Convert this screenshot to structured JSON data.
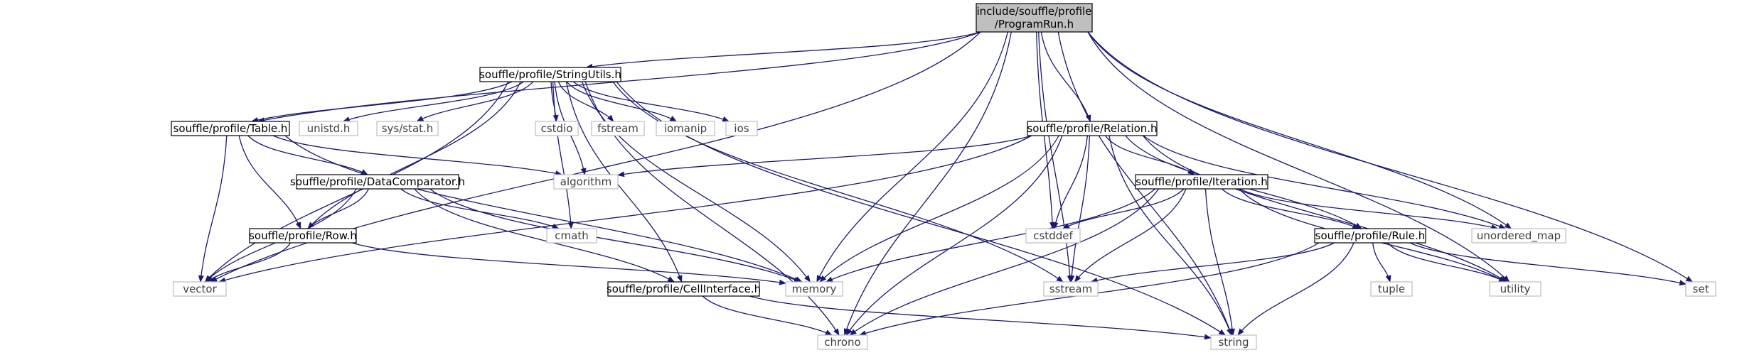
{
  "nodes": [
    {
      "id": "root",
      "lines": [
        "include/souffle/profile",
        "/ProgramRun.h"
      ],
      "kind": "root"
    },
    {
      "id": "stringutils",
      "lines": [
        "souffle/profile/StringUtils.h"
      ],
      "kind": "file"
    },
    {
      "id": "relation",
      "lines": [
        "souffle/profile/Relation.h"
      ],
      "kind": "file"
    },
    {
      "id": "table",
      "lines": [
        "souffle/profile/Table.h"
      ],
      "kind": "file"
    },
    {
      "id": "datacomparator",
      "lines": [
        "souffle/profile/DataComparator.h"
      ],
      "kind": "file"
    },
    {
      "id": "row",
      "lines": [
        "souffle/profile/Row.h"
      ],
      "kind": "file"
    },
    {
      "id": "cellinterface",
      "lines": [
        "souffle/profile/CellInterface.h"
      ],
      "kind": "file"
    },
    {
      "id": "iteration",
      "lines": [
        "souffle/profile/Iteration.h"
      ],
      "kind": "file"
    },
    {
      "id": "rule",
      "lines": [
        "souffle/profile/Rule.h"
      ],
      "kind": "file"
    },
    {
      "id": "unistd",
      "lines": [
        "unistd.h"
      ],
      "kind": "sys"
    },
    {
      "id": "sysstat",
      "lines": [
        "sys/stat.h"
      ],
      "kind": "sys"
    },
    {
      "id": "cstdio",
      "lines": [
        "cstdio"
      ],
      "kind": "sys"
    },
    {
      "id": "fstream",
      "lines": [
        "fstream"
      ],
      "kind": "sys"
    },
    {
      "id": "iomanip",
      "lines": [
        "iomanip"
      ],
      "kind": "sys"
    },
    {
      "id": "ios",
      "lines": [
        "ios"
      ],
      "kind": "sys"
    },
    {
      "id": "algorithm",
      "lines": [
        "algorithm"
      ],
      "kind": "sys"
    },
    {
      "id": "cmath",
      "lines": [
        "cmath"
      ],
      "kind": "sys"
    },
    {
      "id": "cstddef",
      "lines": [
        "cstddef"
      ],
      "kind": "sys"
    },
    {
      "id": "unordered_map",
      "lines": [
        "unordered_map"
      ],
      "kind": "sys"
    },
    {
      "id": "vector",
      "lines": [
        "vector"
      ],
      "kind": "sys"
    },
    {
      "id": "memory",
      "lines": [
        "memory"
      ],
      "kind": "sys"
    },
    {
      "id": "sstream",
      "lines": [
        "sstream"
      ],
      "kind": "sys"
    },
    {
      "id": "tuple",
      "lines": [
        "tuple"
      ],
      "kind": "sys"
    },
    {
      "id": "utility",
      "lines": [
        "utility"
      ],
      "kind": "sys"
    },
    {
      "id": "set",
      "lines": [
        "set"
      ],
      "kind": "sys"
    },
    {
      "id": "chrono",
      "lines": [
        "chrono"
      ],
      "kind": "sys"
    },
    {
      "id": "string",
      "lines": [
        "string"
      ],
      "kind": "sys"
    }
  ],
  "edges": [
    [
      "root",
      "stringutils"
    ],
    [
      "root",
      "table"
    ],
    [
      "root",
      "vector"
    ],
    [
      "root",
      "chrono"
    ],
    [
      "root",
      "memory"
    ],
    [
      "root",
      "cstddef"
    ],
    [
      "root",
      "relation"
    ],
    [
      "root",
      "sstream"
    ],
    [
      "root",
      "unordered_map"
    ],
    [
      "root",
      "utility"
    ],
    [
      "root",
      "set"
    ],
    [
      "root",
      "string"
    ],
    [
      "stringutils",
      "table"
    ],
    [
      "stringutils",
      "row"
    ],
    [
      "stringutils",
      "vector"
    ],
    [
      "stringutils",
      "chrono"
    ],
    [
      "stringutils",
      "unistd"
    ],
    [
      "stringutils",
      "sysstat"
    ],
    [
      "stringutils",
      "algorithm"
    ],
    [
      "stringutils",
      "cmath"
    ],
    [
      "stringutils",
      "cstdio"
    ],
    [
      "stringutils",
      "fstream"
    ],
    [
      "stringutils",
      "iomanip"
    ],
    [
      "stringutils",
      "ios"
    ],
    [
      "stringutils",
      "cellinterface"
    ],
    [
      "stringutils",
      "memory"
    ],
    [
      "stringutils",
      "sstream"
    ],
    [
      "stringutils",
      "string"
    ],
    [
      "table",
      "datacomparator"
    ],
    [
      "table",
      "row"
    ],
    [
      "table",
      "vector"
    ],
    [
      "table",
      "algorithm"
    ],
    [
      "table",
      "memory"
    ],
    [
      "datacomparator",
      "row"
    ],
    [
      "datacomparator",
      "vector"
    ],
    [
      "datacomparator",
      "cmath"
    ],
    [
      "datacomparator",
      "cellinterface"
    ],
    [
      "datacomparator",
      "memory"
    ],
    [
      "row",
      "vector"
    ],
    [
      "row",
      "memory"
    ],
    [
      "cellinterface",
      "chrono"
    ],
    [
      "cellinterface",
      "string"
    ],
    [
      "relation",
      "vector"
    ],
    [
      "relation",
      "algorithm"
    ],
    [
      "relation",
      "memory"
    ],
    [
      "relation",
      "chrono"
    ],
    [
      "relation",
      "cstddef"
    ],
    [
      "relation",
      "iteration"
    ],
    [
      "relation",
      "sstream"
    ],
    [
      "relation",
      "rule"
    ],
    [
      "relation",
      "unordered_map"
    ],
    [
      "relation",
      "utility"
    ],
    [
      "relation",
      "string"
    ],
    [
      "iteration",
      "cstddef"
    ],
    [
      "iteration",
      "memory"
    ],
    [
      "iteration",
      "chrono"
    ],
    [
      "iteration",
      "sstream"
    ],
    [
      "iteration",
      "string"
    ],
    [
      "iteration",
      "rule"
    ],
    [
      "iteration",
      "unordered_map"
    ],
    [
      "iteration",
      "utility"
    ],
    [
      "rule",
      "sstream"
    ],
    [
      "rule",
      "chrono"
    ],
    [
      "rule",
      "string"
    ],
    [
      "rule",
      "tuple"
    ],
    [
      "rule",
      "utility"
    ],
    [
      "rule",
      "set"
    ]
  ],
  "colors": {
    "root_fill": "#bfbfbf",
    "file_stroke": "#000000",
    "sys_stroke": "#bfbfbf",
    "sys_text": "#404040",
    "edge": "#191970"
  }
}
